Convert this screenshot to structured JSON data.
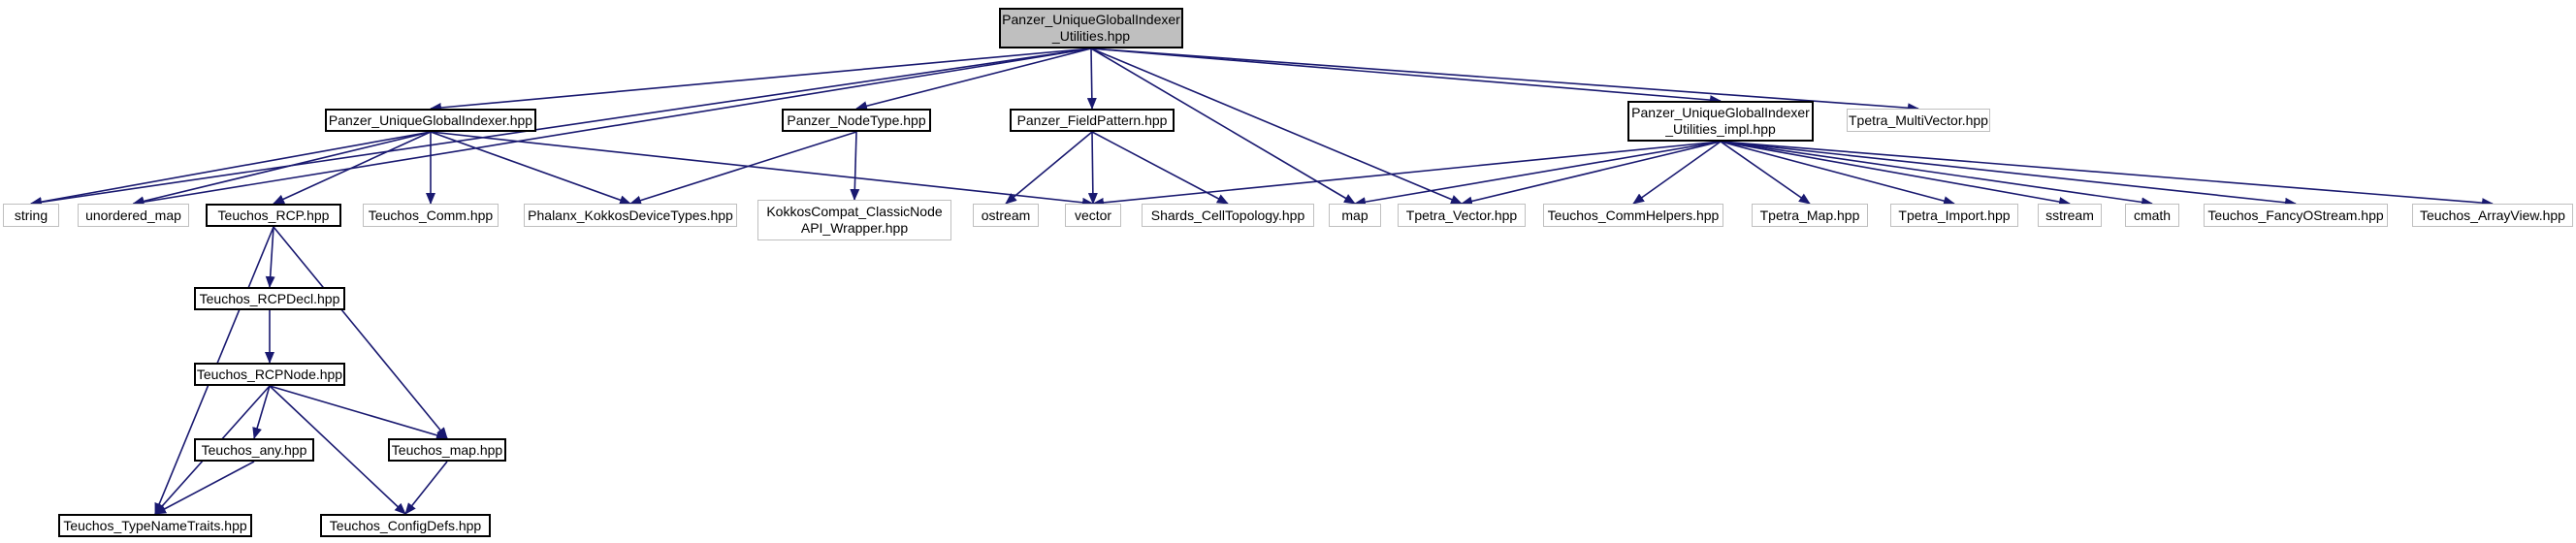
{
  "graph": {
    "colors": {
      "edge": "#191970",
      "solid_border": "#000000",
      "external_border": "#bfbfbf",
      "root_fill": "#bfbfbf"
    },
    "nodes": [
      {
        "id": "root",
        "label": "Panzer_UniqueGlobalIndexer\n_Utilities.hpp",
        "style": "root"
      },
      {
        "id": "ugi",
        "label": "Panzer_UniqueGlobalIndexer.hpp",
        "style": "solid"
      },
      {
        "id": "nodetype",
        "label": "Panzer_NodeType.hpp",
        "style": "solid"
      },
      {
        "id": "fieldpattern",
        "label": "Panzer_FieldPattern.hpp",
        "style": "solid"
      },
      {
        "id": "impl",
        "label": "Panzer_UniqueGlobalIndexer\n_Utilities_impl.hpp",
        "style": "solid"
      },
      {
        "id": "multivector",
        "label": "Tpetra_MultiVector.hpp",
        "style": "ext"
      },
      {
        "id": "string",
        "label": "string",
        "style": "ext"
      },
      {
        "id": "unordered_map",
        "label": "unordered_map",
        "style": "ext"
      },
      {
        "id": "rcp",
        "label": "Teuchos_RCP.hpp",
        "style": "solid"
      },
      {
        "id": "comm",
        "label": "Teuchos_Comm.hpp",
        "style": "ext"
      },
      {
        "id": "phalanx",
        "label": "Phalanx_KokkosDeviceTypes.hpp",
        "style": "ext"
      },
      {
        "id": "kokkoscompat",
        "label": "KokkosCompat_ClassicNode\nAPI_Wrapper.hpp",
        "style": "ext"
      },
      {
        "id": "ostream",
        "label": "ostream",
        "style": "ext"
      },
      {
        "id": "vector",
        "label": "vector",
        "style": "ext"
      },
      {
        "id": "shards",
        "label": "Shards_CellTopology.hpp",
        "style": "ext"
      },
      {
        "id": "map",
        "label": "map",
        "style": "ext"
      },
      {
        "id": "tvector",
        "label": "Tpetra_Vector.hpp",
        "style": "ext"
      },
      {
        "id": "commhelpers",
        "label": "Teuchos_CommHelpers.hpp",
        "style": "ext"
      },
      {
        "id": "tmap",
        "label": "Tpetra_Map.hpp",
        "style": "ext"
      },
      {
        "id": "timport",
        "label": "Tpetra_Import.hpp",
        "style": "ext"
      },
      {
        "id": "sstream",
        "label": "sstream",
        "style": "ext"
      },
      {
        "id": "cmath",
        "label": "cmath",
        "style": "ext"
      },
      {
        "id": "fancy",
        "label": "Teuchos_FancyOStream.hpp",
        "style": "ext"
      },
      {
        "id": "arrayview",
        "label": "Teuchos_ArrayView.hpp",
        "style": "ext"
      },
      {
        "id": "rcpdecl",
        "label": "Teuchos_RCPDecl.hpp",
        "style": "solid"
      },
      {
        "id": "rcpnode",
        "label": "Teuchos_RCPNode.hpp",
        "style": "solid"
      },
      {
        "id": "any",
        "label": "Teuchos_any.hpp",
        "style": "solid"
      },
      {
        "id": "tmapx",
        "label": "Teuchos_map.hpp",
        "style": "solid"
      },
      {
        "id": "typenametraits",
        "label": "Teuchos_TypeNameTraits.hpp",
        "style": "solid"
      },
      {
        "id": "configdefs",
        "label": "Teuchos_ConfigDefs.hpp",
        "style": "solid"
      }
    ],
    "edges": [
      [
        "root",
        "ugi"
      ],
      [
        "root",
        "nodetype"
      ],
      [
        "root",
        "fieldpattern"
      ],
      [
        "root",
        "impl"
      ],
      [
        "root",
        "multivector"
      ],
      [
        "root",
        "string"
      ],
      [
        "root",
        "unordered_map"
      ],
      [
        "root",
        "map"
      ],
      [
        "root",
        "tvector"
      ],
      [
        "ugi",
        "string"
      ],
      [
        "ugi",
        "unordered_map"
      ],
      [
        "ugi",
        "rcp"
      ],
      [
        "ugi",
        "comm"
      ],
      [
        "ugi",
        "phalanx"
      ],
      [
        "ugi",
        "vector"
      ],
      [
        "nodetype",
        "phalanx"
      ],
      [
        "nodetype",
        "kokkoscompat"
      ],
      [
        "fieldpattern",
        "ostream"
      ],
      [
        "fieldpattern",
        "vector"
      ],
      [
        "fieldpattern",
        "shards"
      ],
      [
        "impl",
        "vector"
      ],
      [
        "impl",
        "map"
      ],
      [
        "impl",
        "tvector"
      ],
      [
        "impl",
        "commhelpers"
      ],
      [
        "impl",
        "tmap"
      ],
      [
        "impl",
        "timport"
      ],
      [
        "impl",
        "sstream"
      ],
      [
        "impl",
        "cmath"
      ],
      [
        "impl",
        "fancy"
      ],
      [
        "impl",
        "arrayview"
      ],
      [
        "rcp",
        "rcpdecl"
      ],
      [
        "rcp",
        "tmapx"
      ],
      [
        "rcp",
        "typenametraits"
      ],
      [
        "rcpdecl",
        "rcpnode"
      ],
      [
        "rcpnode",
        "any"
      ],
      [
        "rcpnode",
        "tmapx"
      ],
      [
        "rcpnode",
        "typenametraits"
      ],
      [
        "rcpnode",
        "configdefs"
      ],
      [
        "any",
        "typenametraits"
      ],
      [
        "tmapx",
        "configdefs"
      ]
    ]
  }
}
